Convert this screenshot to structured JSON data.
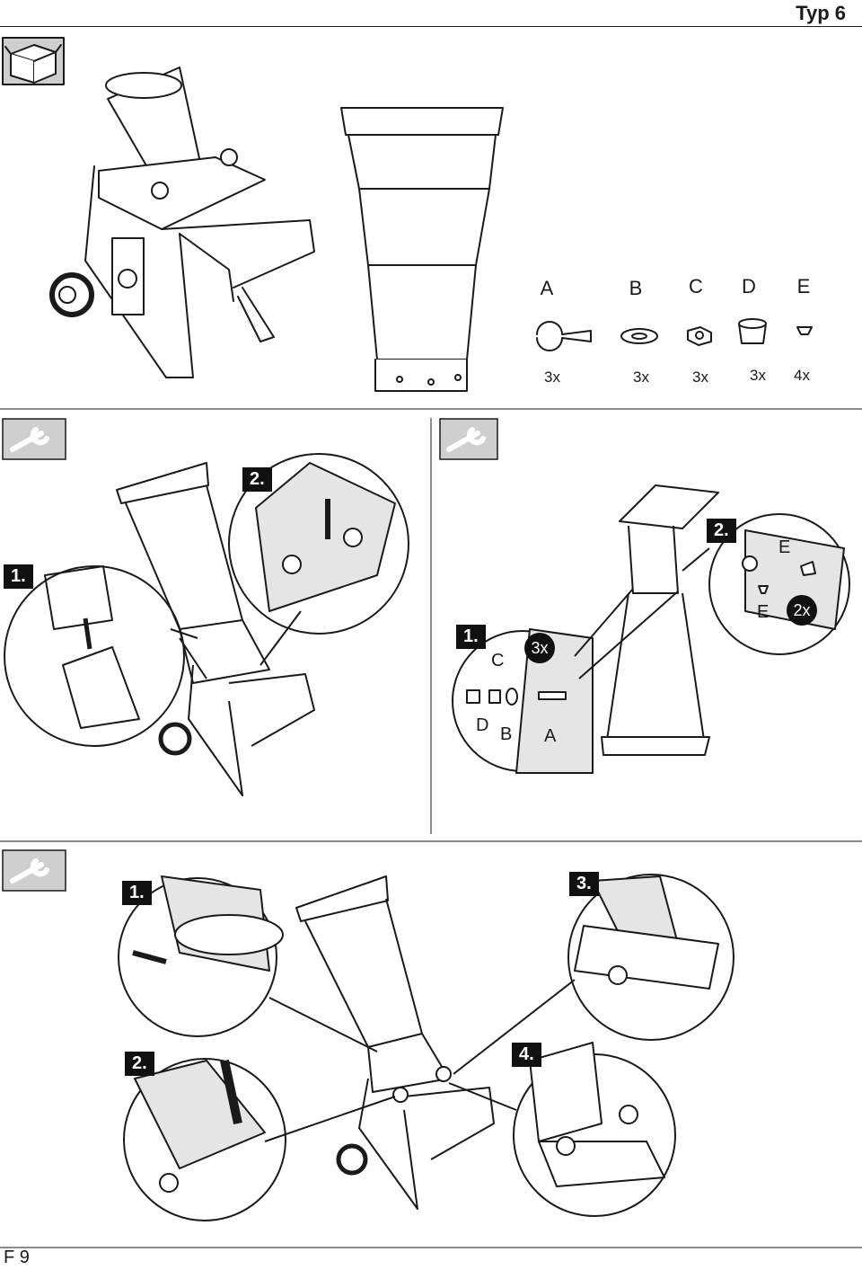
{
  "header": {
    "title": "Typ 6"
  },
  "footer": {
    "page_label": "F 9"
  },
  "parts": [
    {
      "letter": "A",
      "qty": "3x"
    },
    {
      "letter": "B",
      "qty": "3x"
    },
    {
      "letter": "C",
      "qty": "3x"
    },
    {
      "letter": "D",
      "qty": "3x"
    },
    {
      "letter": "E",
      "qty": "4x"
    }
  ],
  "panel_left": {
    "step1": "1.",
    "step2": "2."
  },
  "panel_right": {
    "step1": "1.",
    "step2": "2.",
    "qty_main": "3x",
    "qty_detail": "2x",
    "labels": {
      "c": "C",
      "d": "D",
      "b": "B",
      "a": "A",
      "e_top": "E",
      "e_bottom": "E"
    }
  },
  "panel_bottom": {
    "step1": "1.",
    "step2": "2.",
    "step3": "3.",
    "step4": "4."
  },
  "icons": [
    "box-icon",
    "wrench-icon"
  ]
}
